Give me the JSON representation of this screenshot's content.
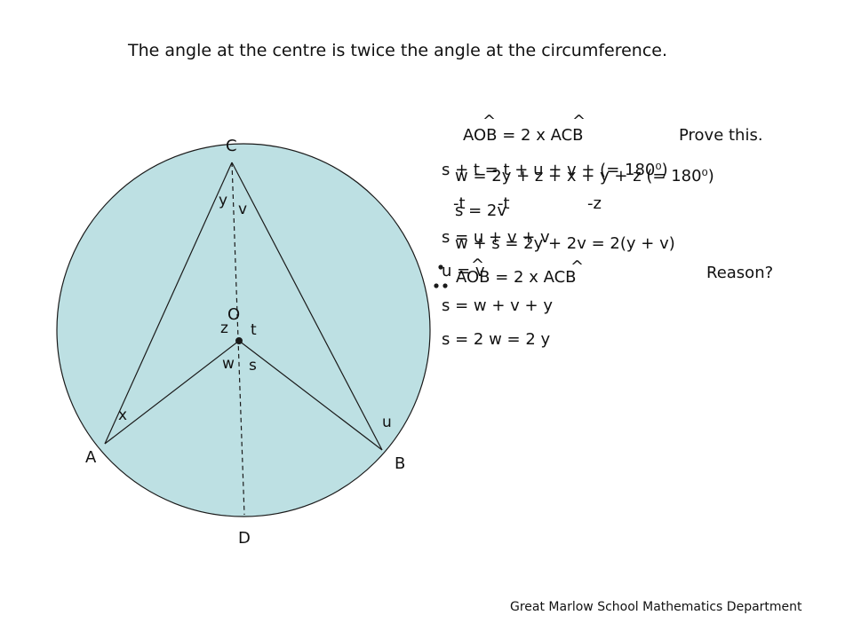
{
  "title": "The angle at the centre is twice the angle at the circumference.",
  "credit": "Great Marlow School Mathematics Department",
  "colors": {
    "circle_fill": "#bde0e3",
    "line": "#1a1a1a"
  },
  "points": {
    "A": "A",
    "B": "B",
    "C": "C",
    "D": "D",
    "O": "O"
  },
  "angles": {
    "y": "y",
    "v": "v",
    "z": "z",
    "t": "t",
    "w": "w",
    "s": "s",
    "x": "x",
    "u": "u"
  },
  "proof": {
    "statement": "AOB = 2 x ACB",
    "prove": "Prove this.",
    "line1": "s + t = t + u + v + (= 180⁰)",
    "line1b": "w = 2y + z + x + y + z (= 180⁰)",
    "line2a": "-t",
    "line2b": "-t",
    "line2c": "-z",
    "line2d": "s = 2v",
    "line3": "s = u + v + v",
    "line3b": "w + s = 2y + 2v = 2(y + v)",
    "line4": "u = v",
    "line4b": "AOB = 2 x ACB",
    "reason": "Reason?",
    "line5": "s = w + v + y",
    "line6": "s = 2 w = 2 y",
    "therefore": "∴"
  },
  "hat_symbol": "^"
}
